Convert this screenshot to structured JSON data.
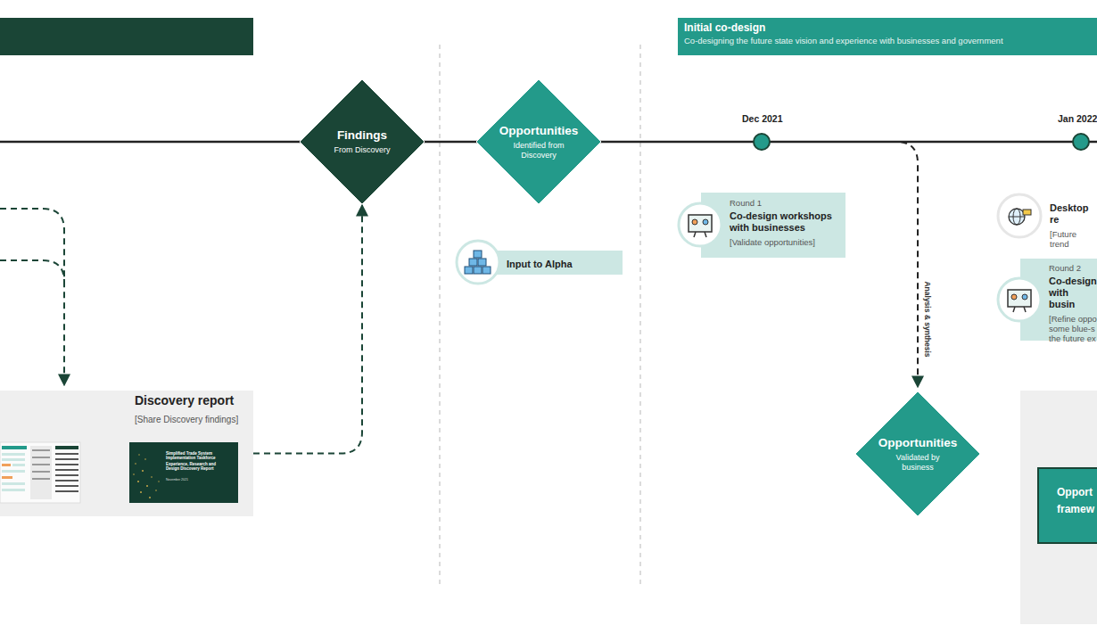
{
  "diagram": {
    "nodes": [
      {
        "text": [
          "Initial co-design",
          "Co-designing the future state vision and experience with businesses and government"
        ]
      },
      {
        "text": [
          "Findings",
          "From Discovery"
        ]
      },
      {
        "text": [
          "Opportunities",
          "Identified from Discovery"
        ]
      },
      {
        "text": [
          "Input to Alpha"
        ]
      },
      {
        "text": [
          "Round 1",
          "Co-design workshops with businesses",
          "[Validate opportunities]"
        ]
      },
      {
        "text": [
          "Desktop re",
          "[Future trend"
        ]
      },
      {
        "text": [
          "Round 2",
          "Co-design with busin",
          "[Refine oppo some blue-s the future ex"
        ]
      },
      {
        "text": [
          "Discovery report",
          "[Share Discovery findings]"
        ]
      },
      {
        "text": [
          "Opportunities",
          "Validated by business"
        ]
      },
      {
        "text": [
          "Opport framew"
        ]
      }
    ],
    "edges": [
      {
        "from": 7,
        "to": 1,
        "arrow": "to"
      }
    ],
    "labels": [
      "Dec 2021",
      "Jan 2022",
      "Analysis & synthesis",
      "Simplified Trade System Implementation Taskforce",
      "Experience, Research and Design Discovery Report",
      "November 2021"
    ]
  }
}
